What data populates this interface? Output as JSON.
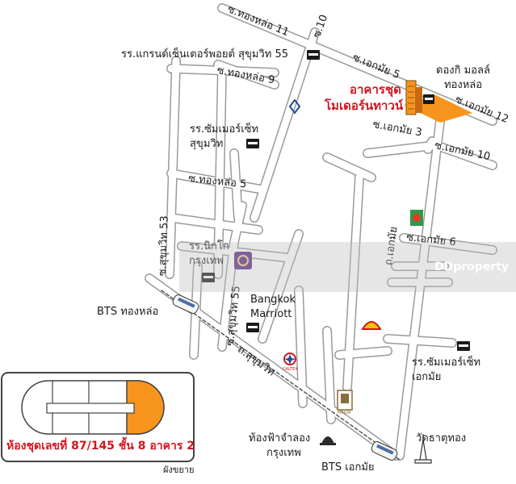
{
  "streets": {
    "thonglo_11": "ซ.ทองหล่อ 11",
    "soi_10": "ซ.10",
    "thonglo_9": "ซ.ทองหล่อ 9",
    "thonglo_5": "ซ.ทองหล่อ 5",
    "ekkamai_5": "ซ.เอกมัย 5",
    "ekkamai_12": "ซ.เอกมัย 12",
    "ekkamai_3": "ซ.เอกมัย 3",
    "ekkamai_10": "ซ.เอกมัย 10",
    "ekkamai_6": "ซ.เอกมัย 6",
    "ekkamai_road": "ถ.เอกมัย",
    "sukhumvit_53": "ซ.สุขุมวิท 53",
    "sukhumvit_55": "ซ.สุขุมวิท 55",
    "sukhumvit_road": "ถ.สุขุมวิท"
  },
  "places": {
    "grand_centre_point_l1": "รร.แกรนด์เซ็นเตอร์พอยต์ สุขุมวิท 55",
    "somerset_sukhumvit_l1": "รร.ซัมเมอร์เซ็ท",
    "somerset_sukhumvit_l2": "สุขุมวิท",
    "nikko_l1": "รร.นิกโก",
    "nikko_l2": "กรุงเทพ",
    "marriott_l1": "Bangkok",
    "marriott_l2": "Marriott",
    "somerset_ekkamai_l1": "รร.ซัมเมอร์เซ็ท",
    "somerset_ekkamai_l2": "เอกมัย",
    "donki_l1": "ดองกิ มอลล์",
    "donki_l2": "ทองหล่อ",
    "planetarium_l1": "ท้องฟ้าจำลอง",
    "planetarium_l2": "กรุงเทพ",
    "wat_that_thong": "วัดธาตุทอง",
    "bts_thonglo": "BTS ทองหล่อ",
    "bts_ekkamai": "BTS เอกมัย",
    "caltex": "CALTEX",
    "major": "MAJOR"
  },
  "target": {
    "line1": "อาคารชุด",
    "line2": "โมเดอร์นทาวน์"
  },
  "inset": {
    "caption": "ห้องชุดเลขที่ 87/145 ชั้น 8 อาคาร 2",
    "note": "ผังขยาย"
  },
  "watermark": "DDproperty",
  "colors": {
    "highlight": "#f7941d",
    "label_red": "#d4141c",
    "road_outline": "#9a9a9a",
    "road_fill": "#ffffff"
  }
}
